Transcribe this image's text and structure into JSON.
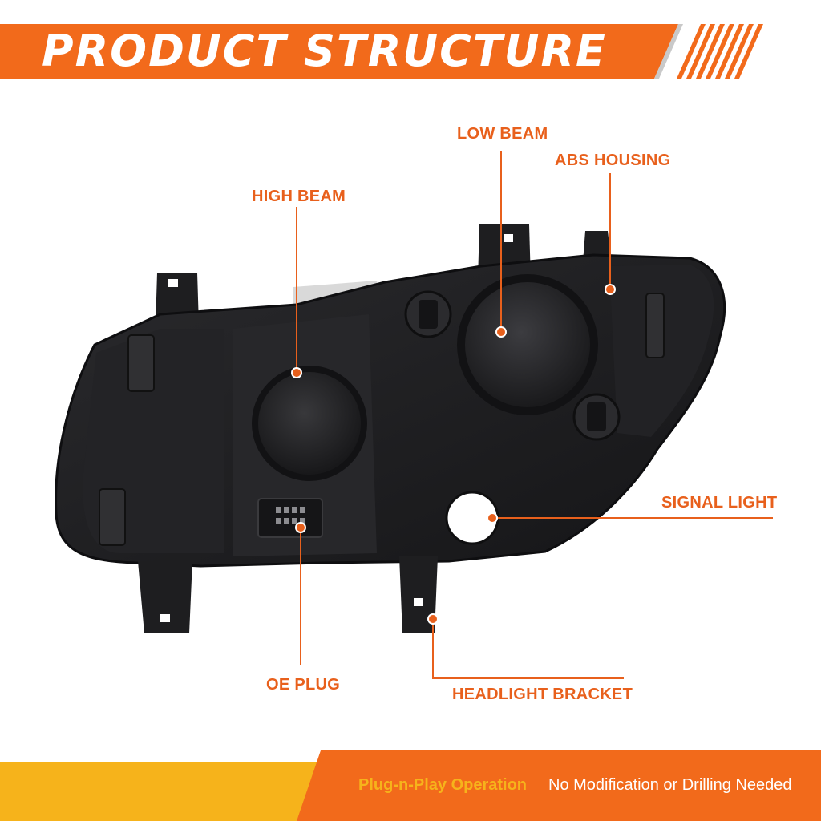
{
  "header": {
    "title": "PRODUCT STRUCTURE"
  },
  "callouts": {
    "low_beam": "LOW BEAM",
    "abs_housing": "ABS HOUSING",
    "high_beam": "HIGH BEAM",
    "signal_light": "SIGNAL LIGHT",
    "oe_plug": "OE PLUG",
    "headlight_bracket": "HEADLIGHT BRACKET"
  },
  "footer": {
    "feature_1": "Plug-n-Play Operation",
    "feature_2": "No Modification or Drilling Needed"
  },
  "colors": {
    "accent_orange": "#e8601c",
    "footer_yellow": "#f6b31b",
    "housing_dark": "#1c1c1e"
  }
}
